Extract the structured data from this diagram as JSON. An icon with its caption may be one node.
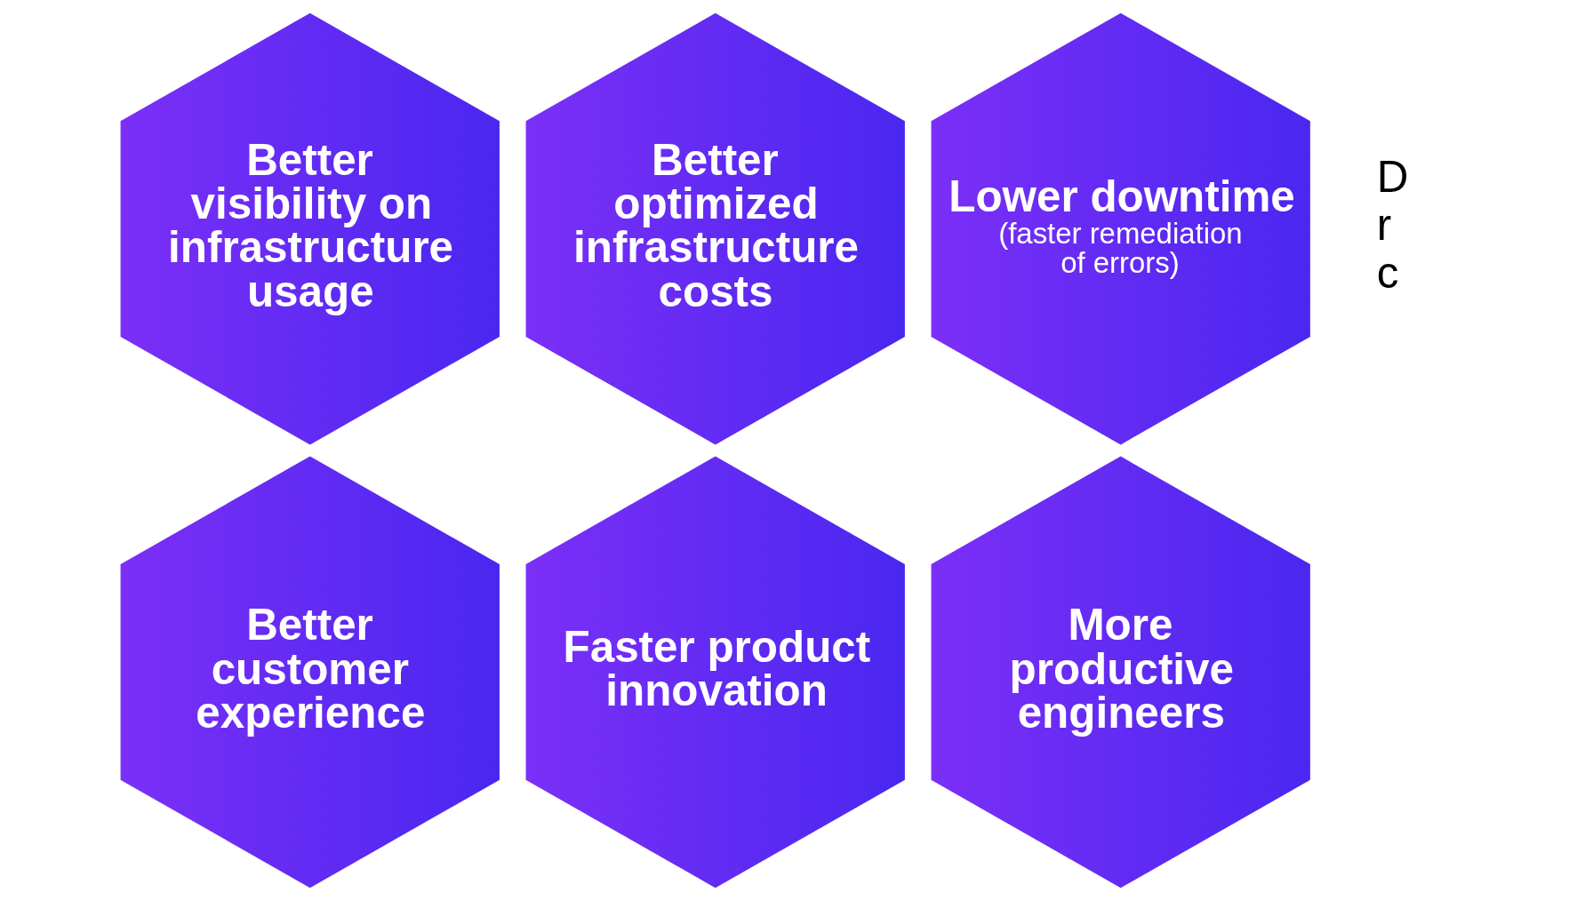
{
  "diagram": {
    "nodes": [
      {
        "text": [
          "Better visibility on infrastructure usage"
        ]
      },
      {
        "text": [
          "Better optimized infrastructure costs"
        ]
      },
      {
        "text": [
          "Lower downtime",
          "(faster remediation of errors)"
        ]
      },
      {
        "text": [
          "Better customer experience"
        ]
      },
      {
        "text": [
          "Faster product innovation"
        ]
      },
      {
        "text": [
          "More productive engineers"
        ]
      }
    ],
    "edges": [],
    "labels": [
      "D",
      "r",
      "c"
    ]
  }
}
